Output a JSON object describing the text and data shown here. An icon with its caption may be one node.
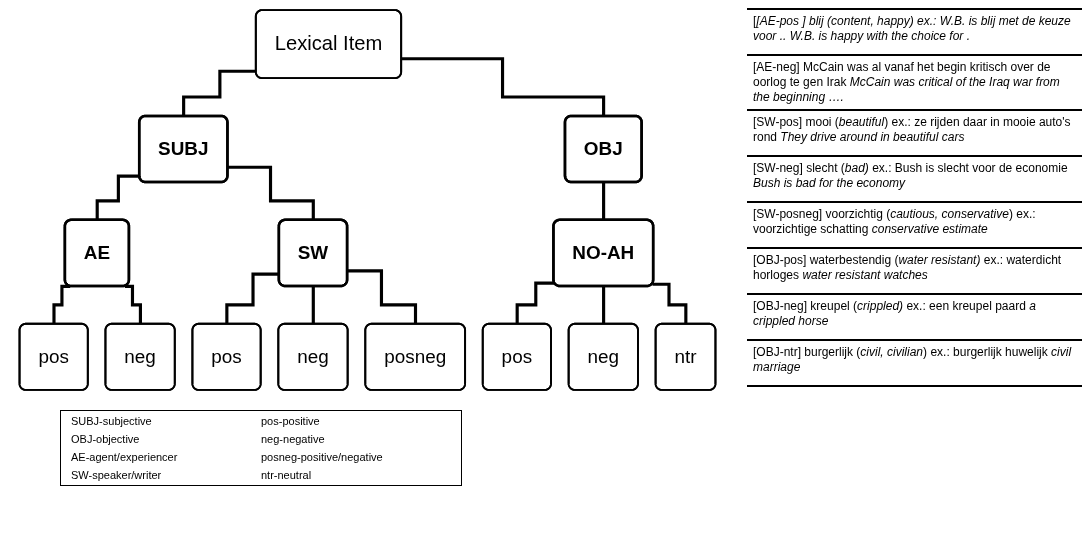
{
  "diagram": {
    "nodes": [
      {
        "text": [
          "Lexical Item"
        ]
      },
      {
        "text": [
          "SUBJ"
        ]
      },
      {
        "text": [
          "OBJ"
        ]
      },
      {
        "text": [
          "AE"
        ]
      },
      {
        "text": [
          "SW"
        ]
      },
      {
        "text": [
          "NO-AH"
        ]
      },
      {
        "text": [
          "pos"
        ]
      },
      {
        "text": [
          "neg"
        ]
      },
      {
        "text": [
          "pos"
        ]
      },
      {
        "text": [
          "neg"
        ]
      },
      {
        "text": [
          "posneg"
        ]
      },
      {
        "text": [
          "pos"
        ]
      },
      {
        "text": [
          "neg"
        ]
      },
      {
        "text": [
          "ntr"
        ]
      }
    ],
    "edges": [
      {
        "from": 0,
        "to": 1,
        "arrow": "none"
      },
      {
        "from": 0,
        "to": 2,
        "arrow": "none"
      },
      {
        "from": 1,
        "to": 3,
        "arrow": "none"
      },
      {
        "from": 1,
        "to": 4,
        "arrow": "none"
      },
      {
        "from": 2,
        "to": 5,
        "arrow": "none"
      },
      {
        "from": 3,
        "to": 6,
        "arrow": "none"
      },
      {
        "from": 3,
        "to": 7,
        "arrow": "none"
      },
      {
        "from": 4,
        "to": 8,
        "arrow": "none"
      },
      {
        "from": 4,
        "to": 9,
        "arrow": "none"
      },
      {
        "from": 4,
        "to": 10,
        "arrow": "none"
      },
      {
        "from": 5,
        "to": 11,
        "arrow": "none"
      },
      {
        "from": 5,
        "to": 12,
        "arrow": "none"
      },
      {
        "from": 5,
        "to": 13,
        "arrow": "none"
      }
    ],
    "labels": [
      "SUBJ-subjective",
      "pos-positive",
      "OBJ-objective",
      "neg-negative",
      "AE-agent/experiencer",
      "posneg-positive/negative",
      "SW-speaker/writer",
      "ntr-neutral",
      "[*[AE-pos ] blij (content, happy) ex.: W.B. is blij met de keuze voor .. W.B. is happy with the choice for .*",
      "[AE-neg] McCain was al vanaf het begin kritisch over de oorlog te gen Irak *McCain was critical of the Iraq war from the beginning ….*",
      "[SW-pos] mooi (*beautiful*) ex.: ze rijden daar in mooie auto's rond *They drive around in beautiful cars*",
      "[SW-neg] slecht (*bad)* ex.: Bush is slecht voor de economie *Bush is bad for the economy*",
      "[SW-posneg] voorzichtig (*cautious, conservative*) ex.: voorzichtige schatting *conservative estimate*",
      "[OBJ-pos] waterbestendig (*water resistant)* ex.: waterdicht horloges *water resistant watches*",
      "[OBJ-neg] kreupel (*crippled)* ex.: een kreupel paard *a crippled horse*",
      "[OBJ-ntr] burgerlijk (*civil, civilian*) ex.: burgerlijk huwelijk *civil marriage*"
    ]
  }
}
